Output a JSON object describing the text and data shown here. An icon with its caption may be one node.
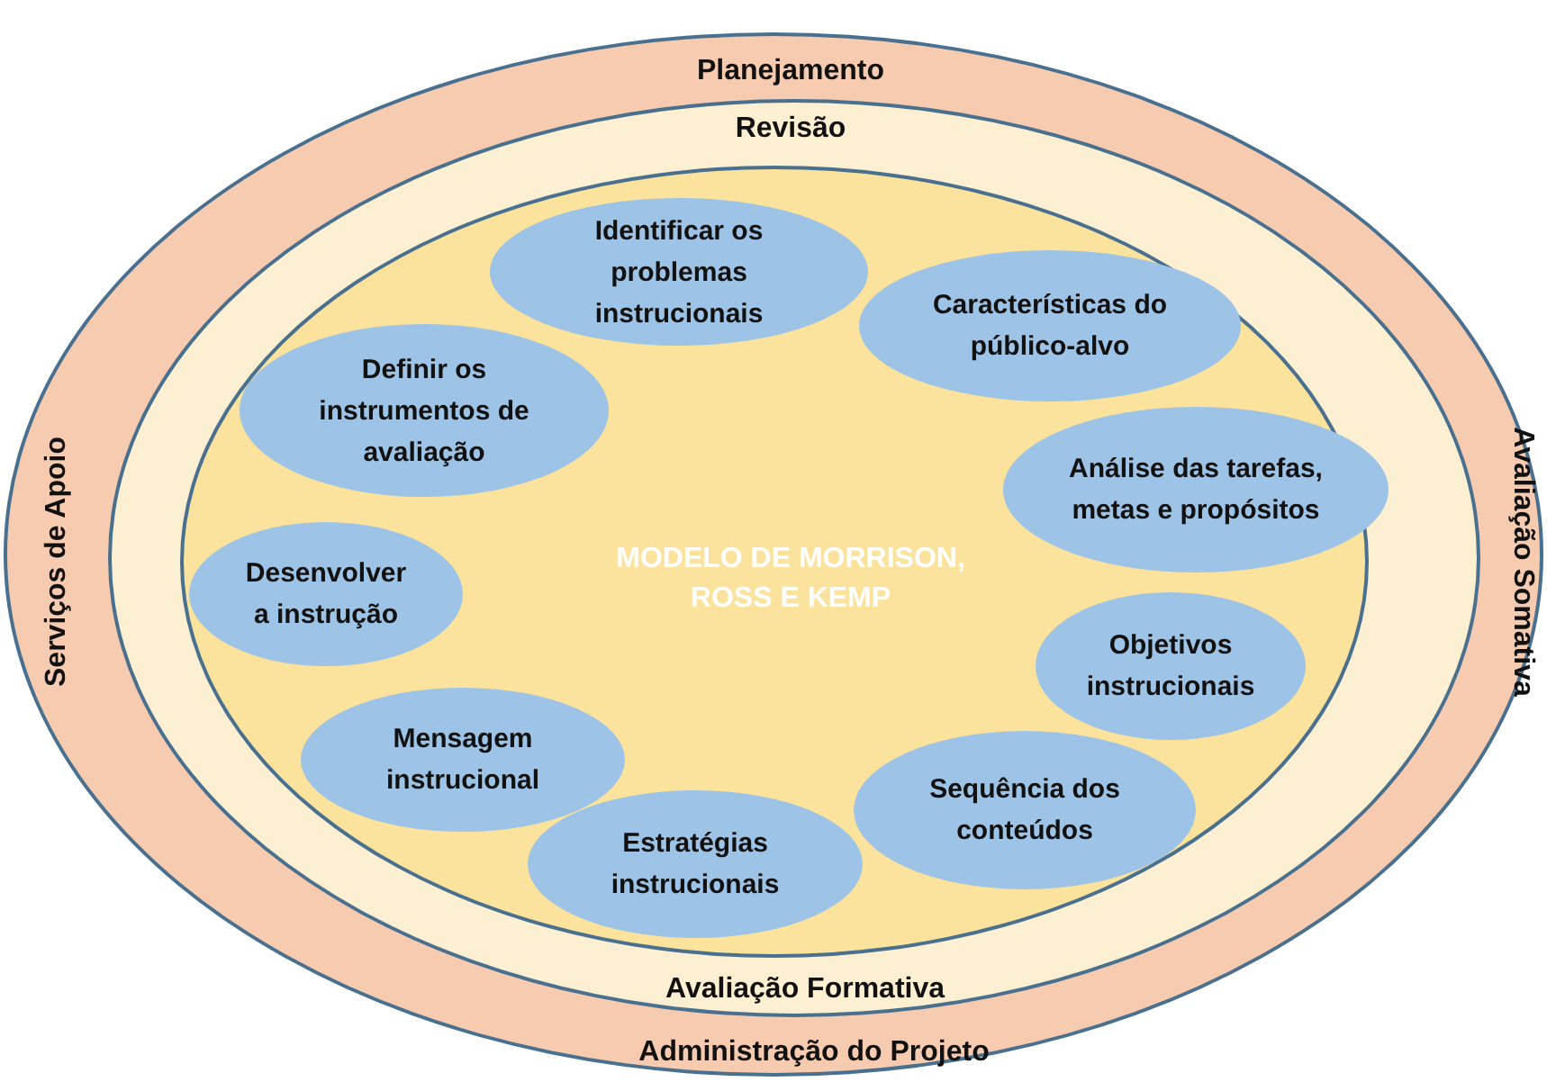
{
  "diagram": {
    "nodes": [
      {
        "text": [
          "Planejamento",
          "Serviços de Apoio",
          "Avaliação Somativa",
          "Administração do Projeto"
        ]
      },
      {
        "text": [
          "Revisão",
          "Avaliação Formativa"
        ],
        "in": 0
      },
      {
        "text": [
          "MODELO DE MORRISON, ROSS E KEMP"
        ],
        "in": 1
      },
      {
        "text": [
          "Identificar os problemas instrucionais"
        ],
        "in": 2
      },
      {
        "text": [
          "Características do público-alvo"
        ],
        "in": 2
      },
      {
        "text": [
          "Definir os instrumentos de avaliação"
        ],
        "in": 2
      },
      {
        "text": [
          "Análise das tarefas, metas e propósitos"
        ],
        "in": 2
      },
      {
        "text": [
          "Desenvolver a instrução"
        ],
        "in": 2
      },
      {
        "text": [
          "Objetivos instrucionais"
        ],
        "in": 2
      },
      {
        "text": [
          "Mensagem instrucional"
        ],
        "in": 2
      },
      {
        "text": [
          "Sequência dos conteúdos"
        ],
        "in": 2
      },
      {
        "text": [
          "Estratégias instrucionais"
        ],
        "in": 2
      }
    ]
  }
}
